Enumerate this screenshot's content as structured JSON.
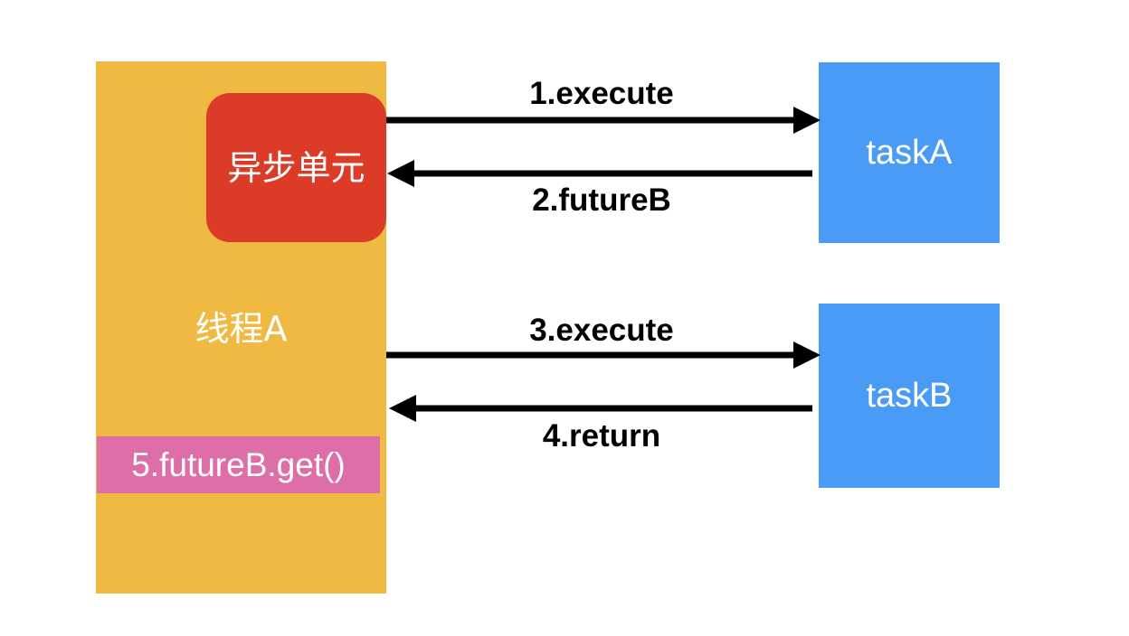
{
  "diagram": {
    "title_colors": {
      "thread_lane": "#F0BA42",
      "async_unit": "#DC3B28",
      "task_box": "#4A9BF5",
      "highlight": "#DE6EA8",
      "arrow": "#000000",
      "background": "#FFFFFF"
    },
    "thread": {
      "label": "线程A"
    },
    "async_unit": {
      "label": "异步单元"
    },
    "highlight_call": {
      "label": "5.futureB.get()"
    },
    "tasks": [
      {
        "label": "taskA"
      },
      {
        "label": "taskB"
      }
    ],
    "arrows": [
      {
        "label": "1.execute",
        "direction": "right",
        "from": "async-unit",
        "to": "taskA"
      },
      {
        "label": "2.futureB",
        "direction": "left",
        "from": "taskA",
        "to": "async-unit"
      },
      {
        "label": "3.execute",
        "direction": "right",
        "from": "thread-a",
        "to": "taskB"
      },
      {
        "label": "4.return",
        "direction": "left",
        "from": "taskB",
        "to": "thread-a"
      }
    ]
  }
}
